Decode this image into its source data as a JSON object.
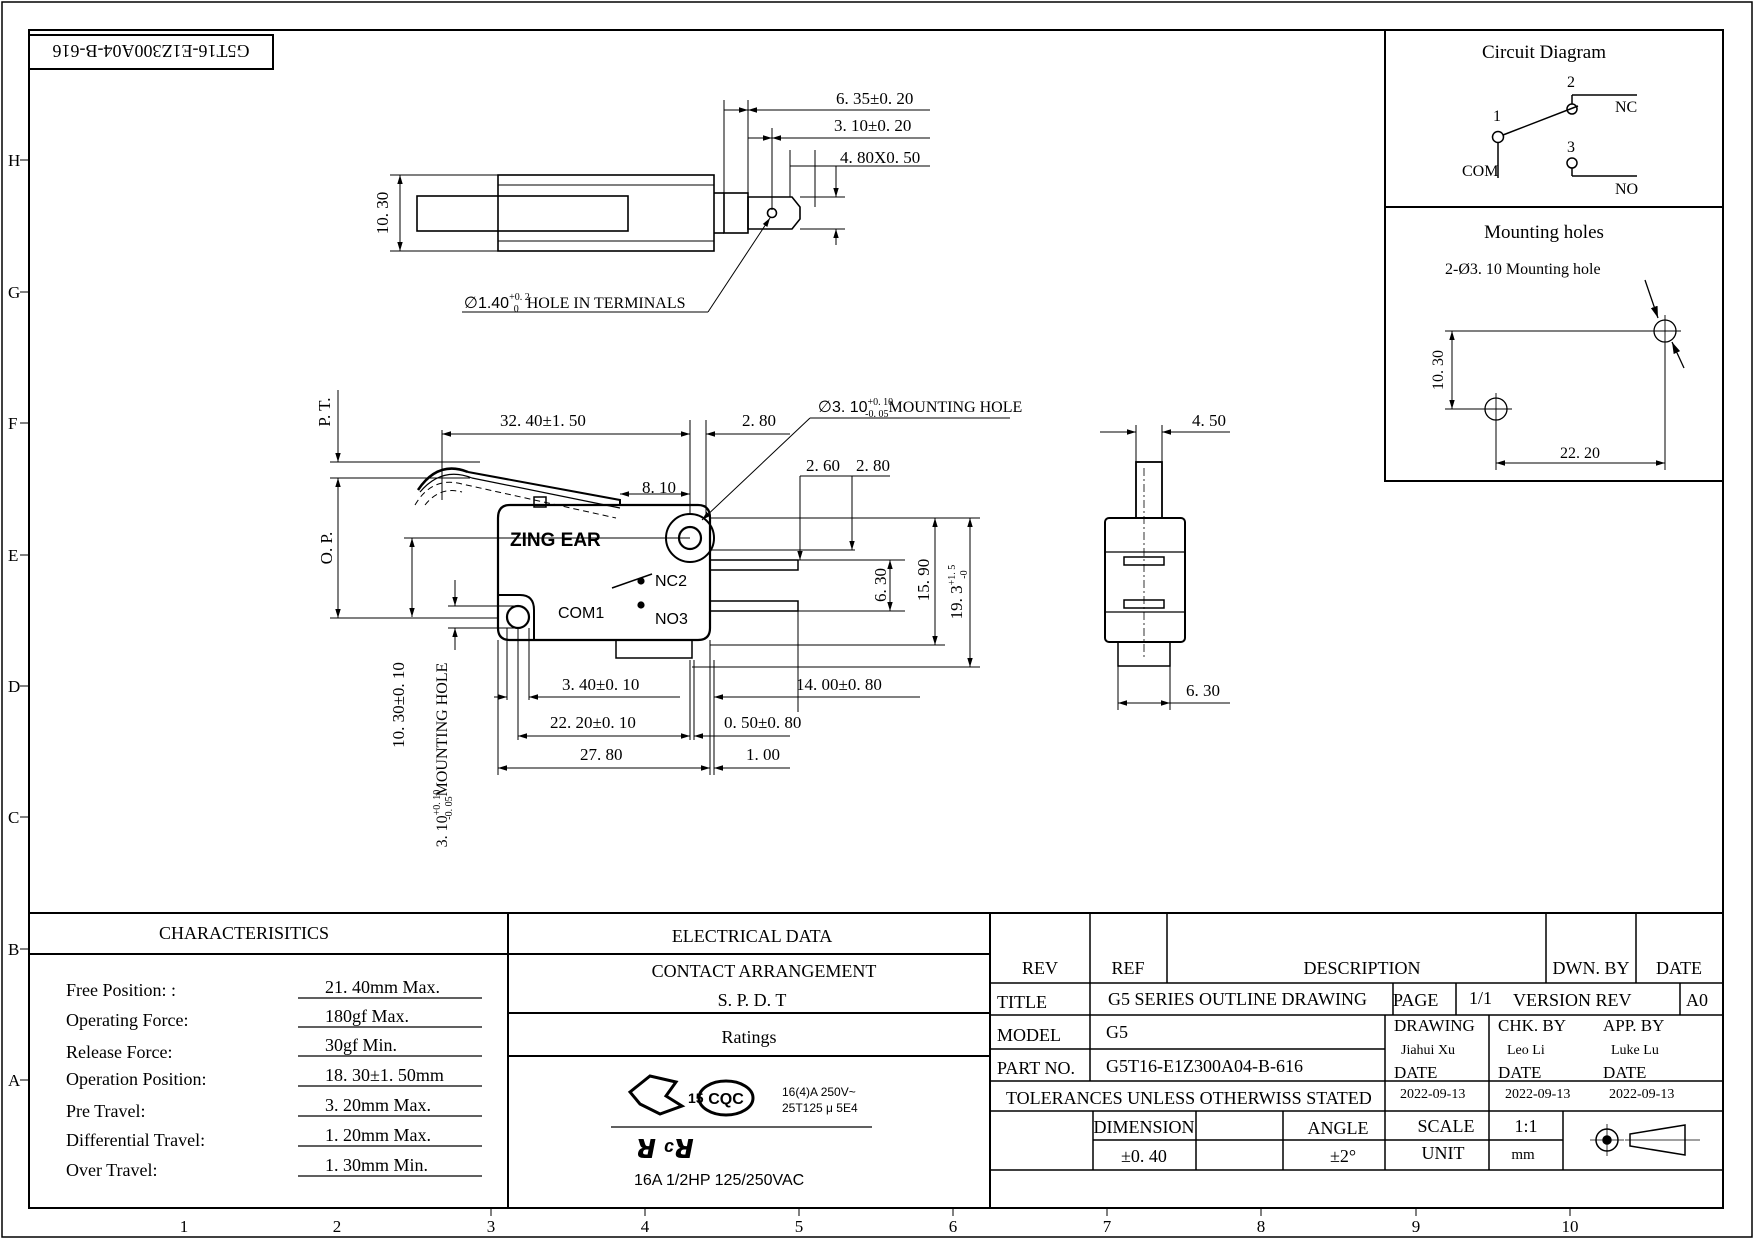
{
  "drawing_no_rotated": "G5T16-E1Z300A04-B-616",
  "grid": {
    "rows": [
      "H",
      "G",
      "F",
      "E",
      "D",
      "C",
      "B",
      "A"
    ],
    "cols": [
      "1",
      "2",
      "3",
      "4",
      "5",
      "6",
      "7",
      "8",
      "9",
      "10"
    ]
  },
  "top_view": {
    "dim_a": "6. 35±0. 20",
    "dim_b": "3. 10±0. 20",
    "dim_c": "4. 80X0. 50",
    "height": "10. 30",
    "hole_sym": "∅1.40",
    "hole_sup": "+0. 2",
    "hole_sub": "0",
    "hole_text": "HOLE IN TERMINALS"
  },
  "front_view": {
    "pt": "P. T.",
    "op": "O. P.",
    "d_32_40": "32. 40±1. 50",
    "d_2_80a": "2. 80",
    "mount_sym": "∅3. 10",
    "mount_sup": "+0. 10",
    "mount_sub": "-0. 05",
    "mount_text": "MOUNTING HOLE",
    "d_8_10": "8. 10",
    "d_2_60": "2. 60",
    "d_2_80b": "2. 80",
    "brand": "ZING EAR",
    "nc": "NC2",
    "com": "COM1",
    "no": "NO3",
    "d_6_30": "6. 30",
    "d_15_90": "15. 90",
    "d_19_3": "19. 3",
    "d_19_3_sup": "+1. 5",
    "d_19_3_sub": "-0",
    "d_10_30": "10. 30±0. 10",
    "d_3_10": "3. 10",
    "d_3_10_sup": "+0. 10",
    "d_3_10_sub": "-0. 05",
    "d_3_10_text": "MOUNTING HOLE",
    "d_3_40": "3. 40±0. 10",
    "d_14_00": "14. 00±0. 80",
    "d_22_20": "22. 20±0. 10",
    "d_0_50": "0. 50±0. 80",
    "d_27_80": "27. 80",
    "d_1_00": "1. 00"
  },
  "side_view": {
    "d_4_50": "4. 50",
    "d_6_30": "6. 30"
  },
  "circuit": {
    "title": "Circuit Diagram",
    "p1": "1",
    "p2": "2",
    "p3": "3",
    "nc": "NC",
    "no": "NO",
    "com": "COM"
  },
  "mounting": {
    "title": "Mounting holes",
    "label": "2-Ø3. 10 Mounting hole",
    "d_10_30": "10. 30",
    "d_22_20": "22. 20"
  },
  "characteristics": {
    "header": "CHARACTERISITICS",
    "rows": [
      {
        "label": "Free Position: :",
        "value": "21. 40mm Max."
      },
      {
        "label": "Operating Force:",
        "value": "180gf Max."
      },
      {
        "label": "Release Force:",
        "value": "30gf Min."
      },
      {
        "label": "Operation Position:",
        "value": "18. 30±1. 50mm"
      },
      {
        "label": "Pre Travel:",
        "value": "3. 20mm Max."
      },
      {
        "label": "Differential Travel:",
        "value": "1. 20mm Max."
      },
      {
        "label": "Over Travel:",
        "value": "1. 30mm Min."
      }
    ]
  },
  "electrical": {
    "header": "ELECTRICAL DATA",
    "contact_label": "CONTACT ARRANGEMENT",
    "contact_value": "S. P. D. T",
    "ratings": "Ratings",
    "enec": "15",
    "cqc": "CQC",
    "rating_line1": "16(4)A 250V~",
    "rating_line2": "25T125 μ 5E4",
    "ul": "16A 1/2HP 125/250VAC"
  },
  "title_block": {
    "rev": "REV",
    "ref": "REF",
    "description": "DESCRIPTION",
    "dwn_by": "DWN. BY",
    "date": "DATE",
    "title_label": "TITLE",
    "title_value": "G5 SERIES OUTLINE DRAWING",
    "page_label": "PAGE",
    "page_value": "1/1",
    "version_label": "VERSION REV",
    "version_value": "A0",
    "model_label": "MODEL",
    "model_value": "G5",
    "drawing_label": "DRAWING",
    "drawing_value": "Jiahui Xu",
    "chk_label": "CHK. BY",
    "chk_value": "Leo Li",
    "app_label": "APP. BY",
    "app_value": "Luke Lu",
    "part_label": "PART NO.",
    "part_value": "G5T16-E1Z300A04-B-616",
    "date1": "2022-09-13",
    "date2": "2022-09-13",
    "date3": "2022-09-13",
    "tolerances": "TOLERANCES UNLESS OTHERWISS STATED",
    "dimension": "DIMENSION",
    "angle": "ANGLE",
    "scale_label": "SCALE",
    "scale_value": "1:1",
    "dim_tol": "±0. 40",
    "angle_tol": "±2°",
    "unit_label": "UNIT",
    "unit_value": "mm"
  }
}
